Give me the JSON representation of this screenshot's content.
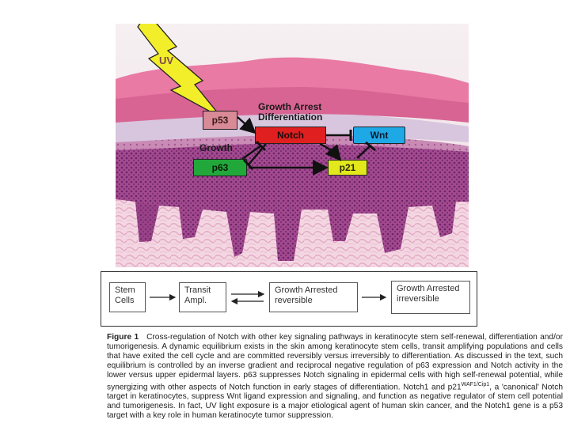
{
  "figure": {
    "diagram": {
      "uv_label": "UV",
      "p53_label": "p53",
      "growth_arrest_line1": "Growth Arrest",
      "growth_arrest_line2": "Differentiation",
      "notch_label": "Notch",
      "wnt_label": "Wnt",
      "growth_label": "Growth",
      "p63_label": "p63",
      "p21_label": "p21",
      "colors": {
        "p53": "#d88a96",
        "notch": "#e02020",
        "wnt": "#1fa8e6",
        "p63": "#22a83a",
        "p21": "#e3e81c",
        "uv": "#f2ee2a"
      }
    },
    "flow": {
      "stem_line1": "Stem",
      "stem_line2": "Cells",
      "transit_line1": "Transit",
      "transit_line2": "Ampl.",
      "reversible_line1": "Growth Arrested",
      "reversible_line2": "reversible",
      "irreversible_line1": "Growth Arrested",
      "irreversible_line2": "irreversible"
    },
    "caption": {
      "label": "Figure 1",
      "text_part1": "Cross-regulation of Notch with other key signaling pathways in keratinocyte stem self-renewal, differentiation and/or tumorigenesis. A dynamic equilibrium exists in the skin among keratinocyte stem cells, transit amplifying populations and cells that have exited the cell cycle and are committed reversibly versus irreversibly to differentiation. As discussed in the text, such equilibrium is controlled by an inverse gradient and reciprocal negative regulation of p63 expression and Notch activity in the lower versus upper epidermal layers. p63 suppresses Notch signaling in epidermal cells with high self-renewal potential, while synergizing with other aspects of Notch function in early stages of differentiation. Notch1 and p21",
      "superscript": "WAF1/Cip1",
      "text_part2": ", a 'canonical' Notch target in keratinocytes, suppress Wnt ligand expression and signaling, and function as negative regulator of stem cell potential and tumorigenesis. In fact, UV light exposure is a major etiological agent of human skin cancer, and the Notch1 gene is a p53 target with a key role in human keratinocyte tumor suppression."
    }
  }
}
